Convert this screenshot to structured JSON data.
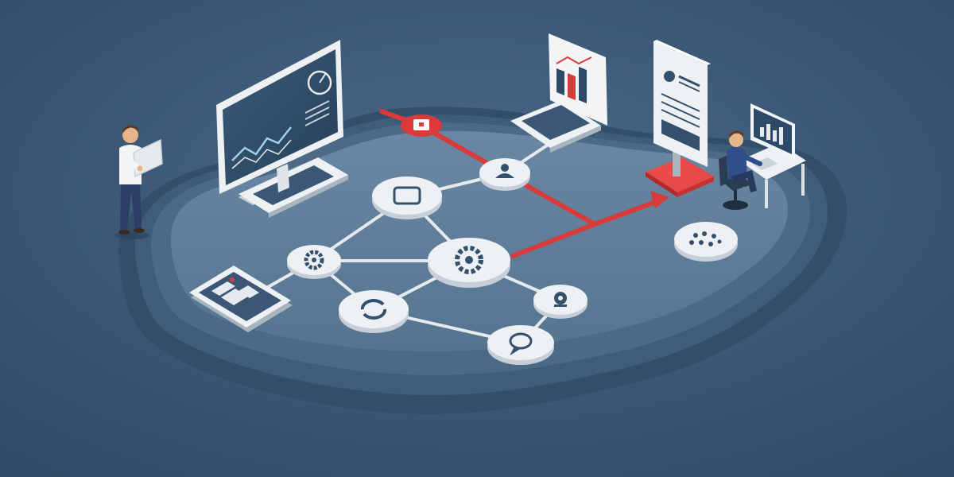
{
  "scene": {
    "description_free": true,
    "colors": {
      "background": "#3b5775",
      "platform_top": "#5d7c98",
      "platform_mid": "#4a6782",
      "platform_low": "#3d5a75",
      "node_fill": "#eef1f4",
      "icon": "#34506c",
      "link": "#e6eaee",
      "accent_red": "#d93a3a",
      "screen_dark": "#2d4a66",
      "device_white": "#f2f4f6"
    },
    "nodes": [
      {
        "id": "tablet-node",
        "icon": "tablet-icon"
      },
      {
        "id": "user-node",
        "icon": "user-icon"
      },
      {
        "id": "gear-node-left",
        "icon": "gear-icon"
      },
      {
        "id": "hub-node",
        "icon": "sync-gear-icon"
      },
      {
        "id": "sync-node",
        "icon": "sync-icon"
      },
      {
        "id": "camera-node",
        "icon": "webcam-icon"
      },
      {
        "id": "chat-node",
        "icon": "chat-icon"
      },
      {
        "id": "dots-node",
        "icon": "dots-icon"
      }
    ],
    "devices": [
      {
        "id": "desktop-monitor",
        "icon": "monitor-icon"
      },
      {
        "id": "laptop-top",
        "icon": "laptop-icon"
      },
      {
        "id": "kiosk-display",
        "icon": "document-icon"
      },
      {
        "id": "workstation",
        "icon": "desk-icon"
      },
      {
        "id": "smartphone",
        "icon": "phone-icon"
      }
    ],
    "people": [
      {
        "id": "standing-man-with-tablet"
      },
      {
        "id": "seated-worker-at-desk"
      }
    ],
    "security_path": {
      "icon": "lock-icon",
      "arrow": "arrow-right-icon"
    }
  }
}
